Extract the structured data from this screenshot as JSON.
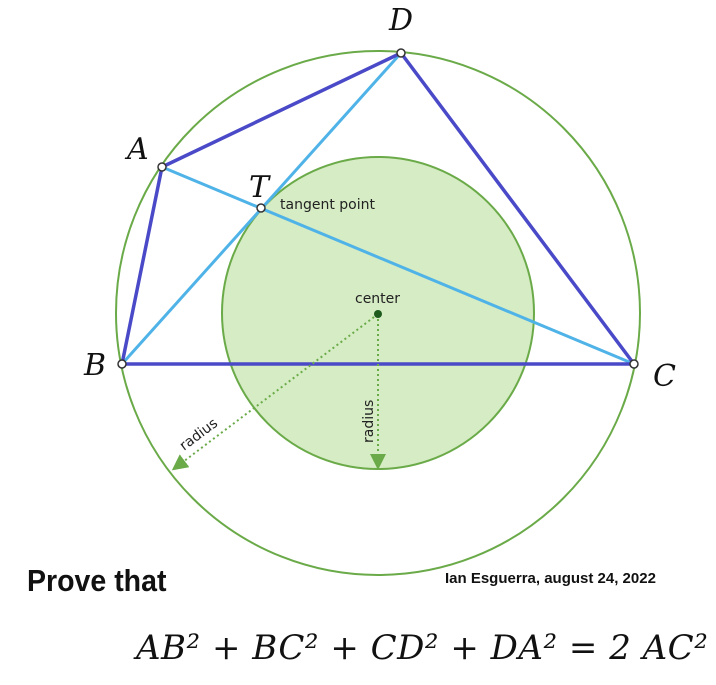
{
  "points": {
    "A": "A",
    "B": "B",
    "C": "C",
    "D": "D",
    "T": "T"
  },
  "labels": {
    "tangent_point": "tangent point",
    "center": "center",
    "radius_outer": "radius",
    "radius_inner": "radius"
  },
  "heading": "Prove that",
  "credit": "Ian Esguerra, august 24, 2022",
  "formula": "AB² + BC² + CD² + DA² = 2 AC²",
  "colors": {
    "quadrilateral": "#4a4ac8",
    "diagonals": "#4fb3e8",
    "circles": "#6aaa48",
    "inner_fill": "#d6ecc4"
  }
}
